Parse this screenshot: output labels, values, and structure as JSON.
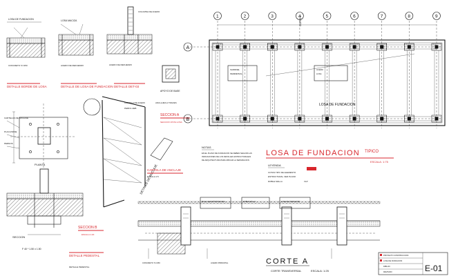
{
  "plan": {
    "axes_numbers": [
      "1",
      "2",
      "3",
      "4",
      "5",
      "6",
      "7",
      "8",
      "9"
    ],
    "axes_letters": [
      "A",
      "B"
    ],
    "label_center": "LOSA DE FUNDACION",
    "label_nota": "NOTAS"
  },
  "title_block": {
    "main_title": "LOSA DE FUNDACION",
    "main_title_suffix": "TIPICO",
    "scale": "ESCALA: 1:75",
    "legend": "LEYENDA",
    "sheet_code": "E-01"
  },
  "corte": {
    "title": "CORTE A",
    "subtitle": "CORTE TRANSVERSAL",
    "scale": "ESCALA: 1:25"
  },
  "details": {
    "det1": "DETALLE BORDE DE LOSA",
    "det2": "DETALLE DE LOSA DE FUNDACION",
    "det3": "DETALLE DET-03",
    "det4": "APOYO DE BASE",
    "det_anclaje": "DETALLE DE ANCLAJE",
    "cartela": "CARTELA DE ANCLAJE",
    "planta": "PLANTA",
    "seccion": "SECCION",
    "seccion_a": "SECCION A",
    "seccion_b": "SECCION B",
    "det_pedestal": "DETALLE PEDESTAL"
  }
}
